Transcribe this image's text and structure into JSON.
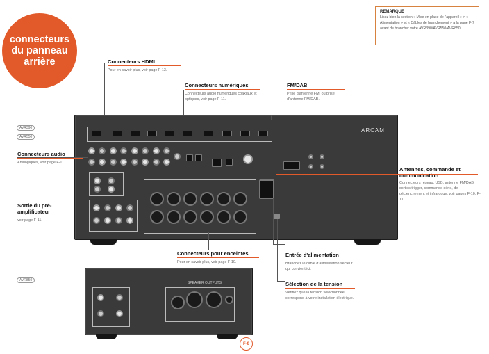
{
  "section_badge": {
    "line1": "connecteurs",
    "line2": "du panneau",
    "line3": "arrière"
  },
  "remark": {
    "title": "REMARQUE",
    "text": "Lisez bien la section « Mise en place de l'appareil » > « Alimentation » et « Câbles de branchement » à la page F-7 avant de brancher votre AVR390/AVR550/AVR850."
  },
  "callouts": {
    "hdmi": {
      "title": "Connecteurs HDMI",
      "text": "Pour en savoir plus, voir page F-13."
    },
    "digital": {
      "title": "Connecteurs numériques",
      "text": "Connecteurs audio numériques coaxiaux et optiques, voir page F-11."
    },
    "fm": {
      "title": "FM/DAB",
      "text": "Prise d'antenne FM, ou prise d'antenne FM/DAB."
    },
    "audio": {
      "title": "Connecteurs audio",
      "text": "Analogiques, voir page F-11."
    },
    "preamp": {
      "title": "Sortie du pré-amplificateur",
      "text": "voir page F-11."
    },
    "antennas": {
      "title": "Antennes, commande et communication",
      "text": "Connecteurs réseau, USB, antenne FM/DAB, sorties trigger, commande série, de déclenchement et infrarouge, voir pages F-10, F-11."
    },
    "speakers": {
      "title": "Connecteurs pour enceintes",
      "text": "Pour en savoir plus, voir page F-10."
    },
    "power": {
      "title": "Entrée d'alimentation",
      "text": "Branchez le câble d'alimentation secteur qui convient ici."
    },
    "voltage": {
      "title": "Sélection de la tension",
      "text": "Vérifiez que la tension sélectionnée correspond à votre installation électrique."
    }
  },
  "models": {
    "top1": "AVR390",
    "top2": "AVR550",
    "bottom": "AVR850"
  },
  "device": {
    "brand": "ARCAM",
    "bottom_label": "SPEAKER OUTPUTS"
  },
  "page_number": "F-9"
}
